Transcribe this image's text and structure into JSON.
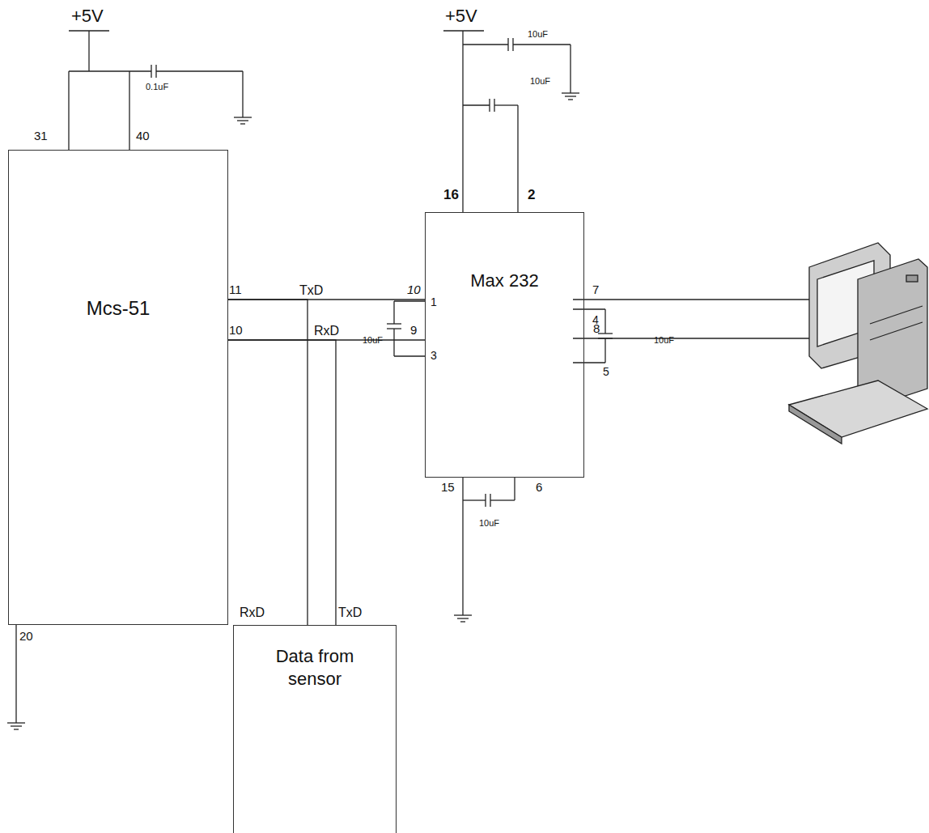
{
  "diagram": {
    "nodes": [
      {
        "text": [
          "Mcs-51"
        ]
      },
      {
        "text": [
          "Max 232"
        ]
      },
      {
        "text": [
          "Data from sensor"
        ]
      }
    ],
    "edges": [
      {
        "from": 0,
        "to": 1,
        "arrow": "none"
      },
      {
        "from": 1,
        "to": 0,
        "arrow": "none"
      },
      {
        "from": 0,
        "to": 2,
        "arrow": "none"
      },
      {
        "from": 2,
        "to": 0,
        "arrow": "none"
      }
    ],
    "labels": [
      "+5V",
      "31",
      "40",
      "0.1uF",
      "+5V",
      "10uF",
      "10uF",
      "16",
      "2",
      "11",
      "TxD",
      "10",
      "7",
      "10",
      "RxD",
      "9",
      "8",
      "1",
      "10uF",
      "3",
      "4",
      "10uF",
      "5",
      "15",
      "6",
      "10uF",
      "20",
      "RxD",
      "TxD"
    ]
  }
}
